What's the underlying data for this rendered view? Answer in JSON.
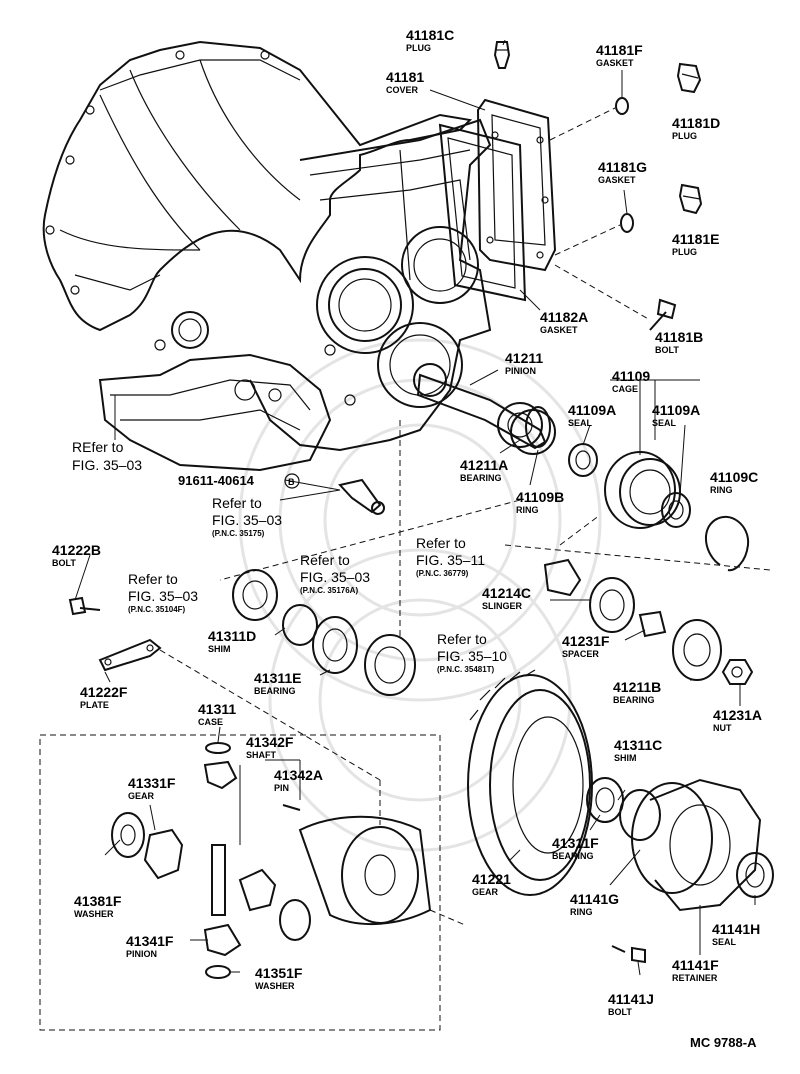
{
  "diagram_code": "MC 9788-A",
  "bolt_code": "91611-40614",
  "bolt_marker": "B",
  "parts": [
    {
      "id": "p41181c",
      "number": "41181C",
      "name": "PLUG"
    },
    {
      "id": "p41181",
      "number": "41181",
      "name": "COVER"
    },
    {
      "id": "p41181f",
      "number": "41181F",
      "name": "GASKET"
    },
    {
      "id": "p41181d",
      "number": "41181D",
      "name": "PLUG"
    },
    {
      "id": "p41181g",
      "number": "41181G",
      "name": "GASKET"
    },
    {
      "id": "p41181e",
      "number": "41181E",
      "name": "PLUG"
    },
    {
      "id": "p41182a",
      "number": "41182A",
      "name": "GASKET"
    },
    {
      "id": "p41181b",
      "number": "41181B",
      "name": "BOLT"
    },
    {
      "id": "p41211",
      "number": "41211",
      "name": "PINION"
    },
    {
      "id": "p41109",
      "number": "41109",
      "name": "CAGE"
    },
    {
      "id": "p41109a1",
      "number": "41109A",
      "name": "SEAL"
    },
    {
      "id": "p41109a2",
      "number": "41109A",
      "name": "SEAL"
    },
    {
      "id": "p41211a",
      "number": "41211A",
      "name": "BEARING"
    },
    {
      "id": "p41109b",
      "number": "41109B",
      "name": "RING"
    },
    {
      "id": "p41109c",
      "number": "41109C",
      "name": "RING"
    },
    {
      "id": "p41222b",
      "number": "41222B",
      "name": "BOLT"
    },
    {
      "id": "p41214c",
      "number": "41214C",
      "name": "SLINGER"
    },
    {
      "id": "p41231f",
      "number": "41231F",
      "name": "SPACER"
    },
    {
      "id": "p41311d",
      "number": "41311D",
      "name": "SHIM"
    },
    {
      "id": "p41311e",
      "number": "41311E",
      "name": "BEARING"
    },
    {
      "id": "p41211b",
      "number": "41211B",
      "name": "BEARING"
    },
    {
      "id": "p41231a",
      "number": "41231A",
      "name": "NUT"
    },
    {
      "id": "p41222f",
      "number": "41222F",
      "name": "PLATE"
    },
    {
      "id": "p41311",
      "number": "41311",
      "name": "CASE"
    },
    {
      "id": "p41342f",
      "number": "41342F",
      "name": "SHAFT"
    },
    {
      "id": "p41342a",
      "number": "41342A",
      "name": "PIN"
    },
    {
      "id": "p41331f",
      "number": "41331F",
      "name": "GEAR"
    },
    {
      "id": "p41311c",
      "number": "41311C",
      "name": "SHIM"
    },
    {
      "id": "p41311f",
      "number": "41311F",
      "name": "BEARING"
    },
    {
      "id": "p41221",
      "number": "41221",
      "name": "GEAR"
    },
    {
      "id": "p41381f",
      "number": "41381F",
      "name": "WASHER"
    },
    {
      "id": "p41141g",
      "number": "41141G",
      "name": "RING"
    },
    {
      "id": "p41141h",
      "number": "41141H",
      "name": "SEAL"
    },
    {
      "id": "p41341f",
      "number": "41341F",
      "name": "PINION"
    },
    {
      "id": "p41351f",
      "number": "41351F",
      "name": "WASHER"
    },
    {
      "id": "p41141f",
      "number": "41141F",
      "name": "RETAINER"
    },
    {
      "id": "p41141j",
      "number": "41141J",
      "name": "BOLT"
    }
  ],
  "refs": [
    {
      "id": "r1",
      "line1": "REfer to",
      "line2": "FIG. 35–03",
      "pnc": ""
    },
    {
      "id": "r2",
      "line1": "Refer to",
      "line2": "FIG. 35–03",
      "pnc": "(P.N.C. 35175)"
    },
    {
      "id": "r3",
      "line1": "Refer to",
      "line2": "FIG. 35–03",
      "pnc": "(P.N.C. 35176A)"
    },
    {
      "id": "r4",
      "line1": "Refer to",
      "line2": "FIG. 35–11",
      "pnc": "(P.N.C. 36779)"
    },
    {
      "id": "r5",
      "line1": "Refer to",
      "line2": "FIG. 35–03",
      "pnc": "(P.N.C. 35104F)"
    },
    {
      "id": "r6",
      "line1": "Refer to",
      "line2": "FIG. 35–10",
      "pnc": "(P.N.C. 35481T)"
    }
  ]
}
